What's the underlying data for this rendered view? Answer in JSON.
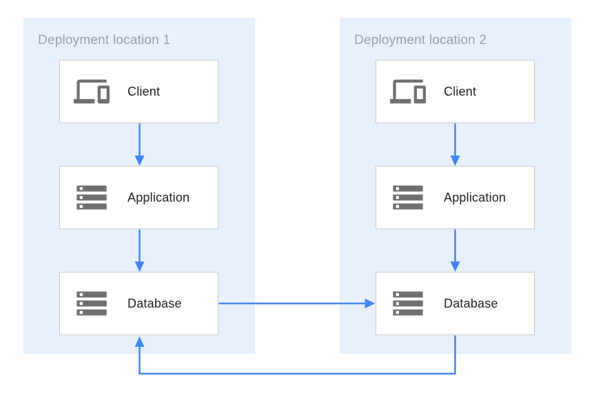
{
  "diagram": {
    "type": "architecture-diagram",
    "panels": [
      {
        "title": "Deployment location 1",
        "nodes": [
          {
            "label": "Client",
            "icon": "devices-icon"
          },
          {
            "label": "Application",
            "icon": "storage-icon"
          },
          {
            "label": "Database",
            "icon": "storage-icon"
          }
        ]
      },
      {
        "title": "Deployment location 2",
        "nodes": [
          {
            "label": "Client",
            "icon": "devices-icon"
          },
          {
            "label": "Application",
            "icon": "storage-icon"
          },
          {
            "label": "Database",
            "icon": "storage-icon"
          }
        ]
      }
    ],
    "connections": [
      {
        "from": "client-1",
        "to": "application-1",
        "shape": "straight-down"
      },
      {
        "from": "application-1",
        "to": "database-1",
        "shape": "straight-down"
      },
      {
        "from": "client-2",
        "to": "application-2",
        "shape": "straight-down"
      },
      {
        "from": "application-2",
        "to": "database-2",
        "shape": "straight-down"
      },
      {
        "from": "database-1",
        "to": "database-2",
        "shape": "straight-right"
      },
      {
        "from": "database-2",
        "to": "database-1",
        "shape": "elbow-under-panels"
      }
    ],
    "colors": {
      "arrow_blue": "#4285F4",
      "panel_background": "#E7F0FC",
      "box_background": "#FFFFFF",
      "box_border": "#CCCCCC",
      "icon_gray": "#707070",
      "panel_title_gray": "#9AA0A6",
      "label_text": "#212121"
    }
  }
}
